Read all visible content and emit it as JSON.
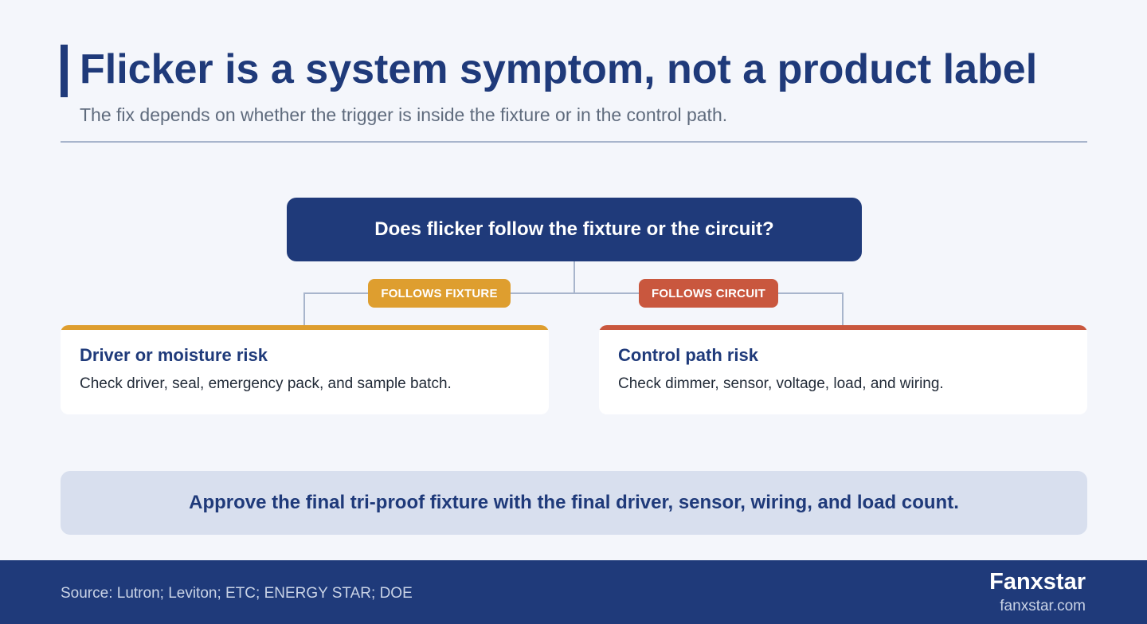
{
  "header": {
    "title": "Flicker is a system symptom, not a product label",
    "subtitle": "The fix depends on whether the trigger is inside the fixture or in the control path."
  },
  "diagram": {
    "question": "Does flicker follow the fixture or the circuit?",
    "branches": [
      {
        "label": "FOLLOWS FIXTURE",
        "color": "#de9e2f",
        "card_title": "Driver or moisture risk",
        "card_text": "Check driver, seal, emergency pack, and sample batch."
      },
      {
        "label": "FOLLOWS CIRCUIT",
        "color": "#c9573e",
        "card_title": "Control path risk",
        "card_text": "Check dimmer, sensor, voltage, load, and wiring."
      }
    ]
  },
  "callout": {
    "text": "Approve the final tri-proof fixture with the final driver, sensor, wiring, and load count."
  },
  "footer": {
    "source": "Source: Lutron; Leviton; ETC; ENERGY STAR; DOE",
    "brand": "Fanxstar",
    "url": "fanxstar.com"
  },
  "colors": {
    "primary": "#1f3a7a",
    "fixture": "#de9e2f",
    "circuit": "#c9573e",
    "background": "#f4f6fb"
  }
}
